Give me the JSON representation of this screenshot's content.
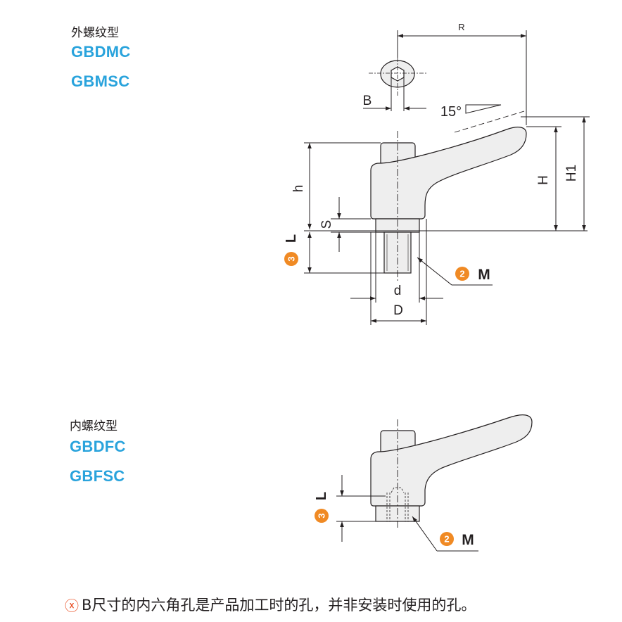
{
  "section_external": {
    "title": "外螺纹型",
    "models": [
      "GBDMC",
      "GBMSC"
    ]
  },
  "section_internal": {
    "title": "内螺纹型",
    "models": [
      "GBDFC",
      "GBFSC"
    ]
  },
  "dimensions": {
    "R": "R",
    "B": "B",
    "angle": "15°",
    "h": "h",
    "S": "S",
    "L": "L",
    "d": "d",
    "D": "D",
    "H": "H",
    "H1": "H1",
    "M": "M",
    "marker_L": "3",
    "marker_M": "2"
  },
  "colors": {
    "accent_blue": "#29a3dc",
    "marker_orange": "#f08a24",
    "warning_red": "#e8481b",
    "part_fill": "#eeeeee"
  },
  "note": {
    "icon": "warning-circle-icon",
    "text": "B尺寸的内六角孔是产品加工时的孔，并非安装时使用的孔。"
  }
}
